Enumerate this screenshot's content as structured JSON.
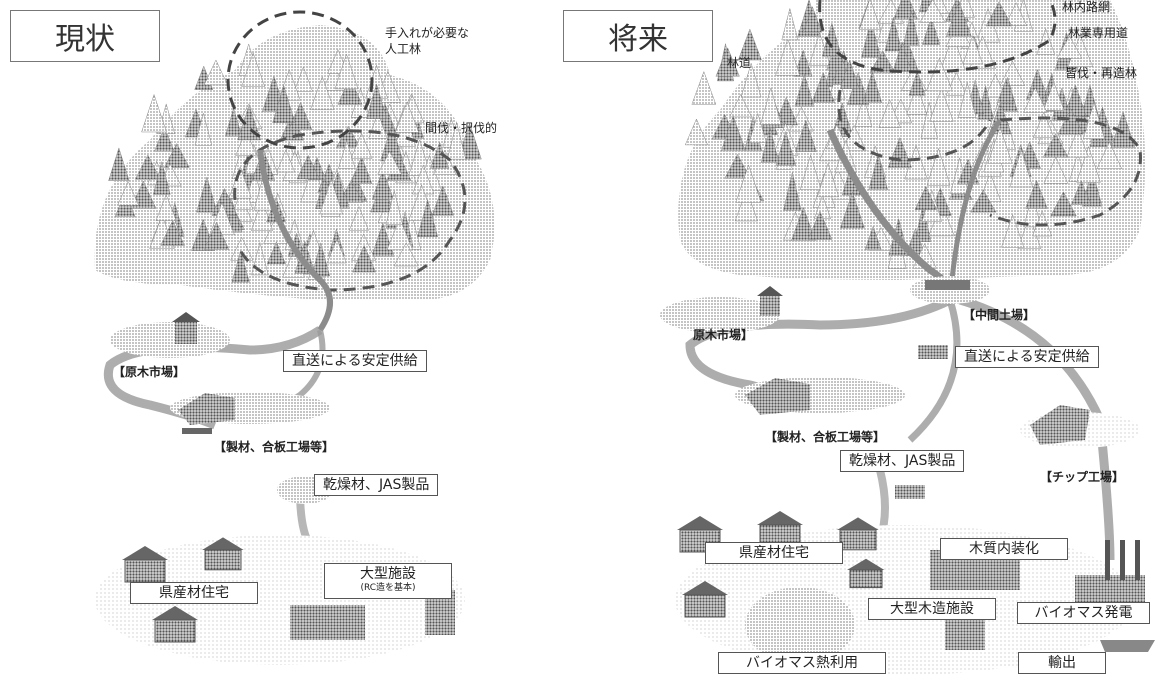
{
  "left": {
    "title": "現状",
    "labels": {
      "neglected_forest_a": "手入れが必要な",
      "neglected_forest_b": "人工林",
      "fragment": "間伐・択伐的",
      "timber_market": "【原木市場】",
      "stable_supply": "直送による安定供給",
      "sawmill": "【製材、合板工場等】",
      "dried_jas": "乾燥材、JAS製品",
      "prefectural_houses": "県産材住宅",
      "large_facility": "大型施設",
      "large_facility_note": "(RC造を基本)"
    }
  },
  "right": {
    "title": "将来",
    "labels": {
      "top_fragment": "林内路網",
      "forestry_road": "林業専用道",
      "thinning": "皆伐・再造林",
      "forest_road": "林道",
      "timber_market": "原木市場】",
      "intermediate_yard": "【中間土場】",
      "stable_supply": "直送による安定供給",
      "sawmill": "【製材、合板工場等】",
      "dried_jas": "乾燥材、JAS製品",
      "chip_factory": "【チップ工場】",
      "prefectural_houses": "県産材住宅",
      "wood_conversion": "木質内装化",
      "large_wooden": "大型木造施設",
      "biomass_power": "バイオマス発電",
      "biomass_heat": "バイオマス熱利用",
      "export": "輸出"
    }
  },
  "colors": {
    "tree_fill": "#9a9a9a",
    "tree_dark": "#6f6f6f",
    "road": "#8c8c8c",
    "dash": "#4a4a4a",
    "building": "#777777"
  }
}
